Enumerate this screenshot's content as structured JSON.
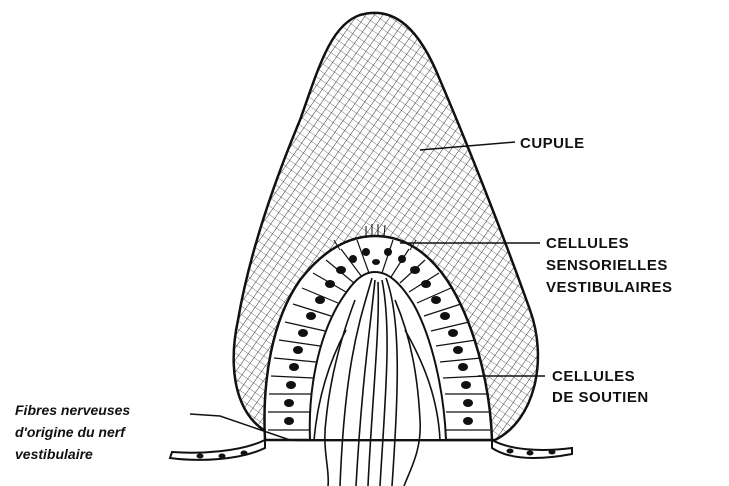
{
  "labels": {
    "cupule": "CUPULE",
    "sensory_line1": "CELLULES",
    "sensory_line2": "SENSORIELLES",
    "sensory_line3": "VESTIBULAIRES",
    "support_line1": "CELLULES",
    "support_line2": "DE SOUTIEN",
    "nerve_line1": "Fibres nerveuses",
    "nerve_line2": "d'origine du nerf",
    "nerve_line3": "vestibulaire"
  }
}
